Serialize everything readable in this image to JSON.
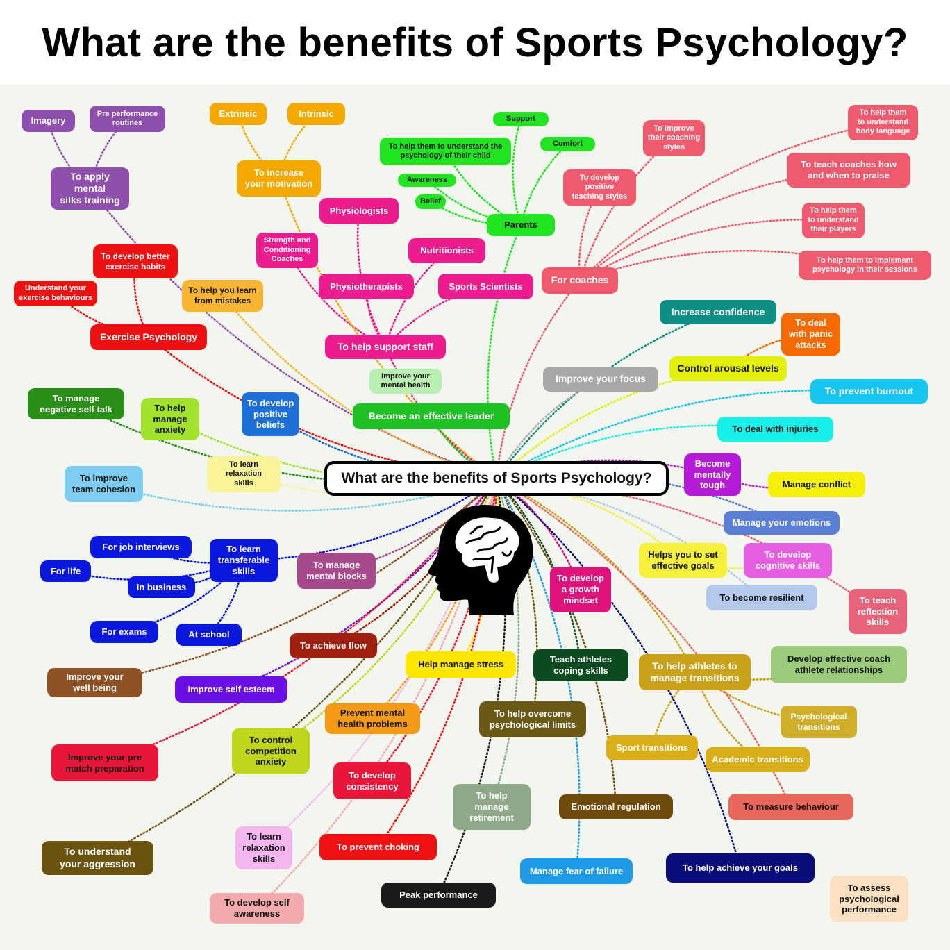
{
  "title": "What are the benefits of Sports Psychology?",
  "central_topic": "What are the benefits of Sports Psychology?",
  "icon": "head-with-brain-icon",
  "nodes": [
    {
      "id": "n1",
      "label": "Imagery",
      "color": "#8e4fae",
      "text": "#ffffff"
    },
    {
      "id": "n2",
      "label": "Pre performance\nroutines",
      "color": "#8e4fae",
      "text": "#ffffff"
    },
    {
      "id": "n3",
      "label": "To apply\nmental\nsilks training",
      "color": "#8e4fae",
      "text": "#ffffff"
    },
    {
      "id": "n4",
      "label": "Extrinsic",
      "color": "#f5a800",
      "text": "#ffffff"
    },
    {
      "id": "n5",
      "label": "Intrinsic",
      "color": "#f5a800",
      "text": "#ffffff"
    },
    {
      "id": "n6",
      "label": "To increase\nyour motivation",
      "color": "#f5a800",
      "text": "#ffffff"
    },
    {
      "id": "n7",
      "label": "Support",
      "color": "#22e522",
      "text": "#111111"
    },
    {
      "id": "n8",
      "label": "To help them to understand the\npsychology of their child",
      "color": "#22e522",
      "text": "#111111"
    },
    {
      "id": "n9",
      "label": "Comfort",
      "color": "#22e522",
      "text": "#111111"
    },
    {
      "id": "n10",
      "label": "Awareness",
      "color": "#22e522",
      "text": "#111111"
    },
    {
      "id": "n11",
      "label": "Belief",
      "color": "#22e522",
      "text": "#111111"
    },
    {
      "id": "n12",
      "label": "Parents",
      "color": "#22e522",
      "text": "#111111"
    },
    {
      "id": "n13",
      "label": "Physiologists",
      "color": "#ec1c8f",
      "text": "#ffffff"
    },
    {
      "id": "n14",
      "label": "Strength and\nConditioning\nCoaches",
      "color": "#ec1c8f",
      "text": "#ffffff"
    },
    {
      "id": "n15",
      "label": "Nutritionists",
      "color": "#ec1c8f",
      "text": "#ffffff"
    },
    {
      "id": "n16",
      "label": "Physiotherapists",
      "color": "#ec1c8f",
      "text": "#ffffff"
    },
    {
      "id": "n17",
      "label": "Sports Scientists",
      "color": "#ec1c8f",
      "text": "#ffffff"
    },
    {
      "id": "n18",
      "label": "To help support staff",
      "color": "#ec1c8f",
      "text": "#ffffff"
    },
    {
      "id": "n19",
      "label": "To improve\ntheir coaching\nstyles",
      "color": "#ef5a6e",
      "text": "#ffffff"
    },
    {
      "id": "n20",
      "label": "To develop\npositive\nteaching styles",
      "color": "#ef5a6e",
      "text": "#ffffff"
    },
    {
      "id": "n21",
      "label": "To help them\nto understand\nbody language",
      "color": "#ef5a6e",
      "text": "#ffffff"
    },
    {
      "id": "n22",
      "label": "To teach coaches how\nand when to praise",
      "color": "#ef5a6e",
      "text": "#ffffff"
    },
    {
      "id": "n23",
      "label": "To help them\nto understand\ntheir players",
      "color": "#ef5a6e",
      "text": "#ffffff"
    },
    {
      "id": "n24",
      "label": "To help them to implement\npsychology in their sessions",
      "color": "#ef5a6e",
      "text": "#ffffff"
    },
    {
      "id": "n25",
      "label": "For coaches",
      "color": "#ef5a6e",
      "text": "#ffffff"
    },
    {
      "id": "n26",
      "label": "To develop better\nexercise habits",
      "color": "#ee1111",
      "text": "#ffffff"
    },
    {
      "id": "n27",
      "label": "Understand your\nexercise behaviours",
      "color": "#ee1111",
      "text": "#ffffff"
    },
    {
      "id": "n28",
      "label": "Exercise Psychology",
      "color": "#ee1111",
      "text": "#ffffff"
    },
    {
      "id": "n29",
      "label": "To help you learn\nfrom mistakes",
      "color": "#f7b531",
      "text": "#111111"
    },
    {
      "id": "n30",
      "label": "Improve your\nmental health",
      "color": "#b9efb0",
      "text": "#111111"
    },
    {
      "id": "n31",
      "label": "Become an effective leader",
      "color": "#1ec323",
      "text": "#ffffff"
    },
    {
      "id": "n32",
      "label": "Increase confidence",
      "color": "#0f8f84",
      "text": "#ffffff"
    },
    {
      "id": "n33",
      "label": "To deal\nwith panic\nattacks",
      "color": "#f56a00",
      "text": "#ffffff"
    },
    {
      "id": "n34",
      "label": "Control arousal levels",
      "color": "#e2f00c",
      "text": "#111111"
    },
    {
      "id": "n35",
      "label": "Improve your focus",
      "color": "#a8a8a8",
      "text": "#ffffff"
    },
    {
      "id": "n36",
      "label": "To prevent burnout",
      "color": "#16c5f0",
      "text": "#ffffff"
    },
    {
      "id": "n37",
      "label": "To deal with injuries",
      "color": "#16f0e8",
      "text": "#111111"
    },
    {
      "id": "n38",
      "label": "To manage\nnegative self talk",
      "color": "#2a8f17",
      "text": "#ffffff"
    },
    {
      "id": "n39",
      "label": "To help\nmanage\nanxiety",
      "color": "#a3e22c",
      "text": "#111111"
    },
    {
      "id": "n40",
      "label": "To develop\npositive\nbeliefs",
      "color": "#1d6fd8",
      "text": "#ffffff"
    },
    {
      "id": "n41",
      "label": "To learn\nrelaxation\nskills",
      "color": "#f9f39a",
      "text": "#111111"
    },
    {
      "id": "n42",
      "label": "To improve\nteam cohesion",
      "color": "#7dcdf0",
      "text": "#111111"
    },
    {
      "id": "n43",
      "label": "Become\nmentally\ntough",
      "color": "#b51bd6",
      "text": "#ffffff"
    },
    {
      "id": "n44",
      "label": "Manage conflict",
      "color": "#f4f00c",
      "text": "#111111"
    },
    {
      "id": "n45",
      "label": "Manage your emotions",
      "color": "#5c7fd6",
      "text": "#ffffff"
    },
    {
      "id": "n46",
      "label": "Helps you to set\neffective goals",
      "color": "#f4f03c",
      "text": "#111111"
    },
    {
      "id": "n47",
      "label": "To develop\ncognitive skills",
      "color": "#e65ee0",
      "text": "#ffffff"
    },
    {
      "id": "n48",
      "label": "To become resilient",
      "color": "#b5c9ec",
      "text": "#111111"
    },
    {
      "id": "n49",
      "label": "To teach\nreflection\nskills",
      "color": "#e6637a",
      "text": "#ffffff"
    },
    {
      "id": "n50",
      "label": "For job interviews",
      "color": "#0a17dd",
      "text": "#ffffff"
    },
    {
      "id": "n51",
      "label": "To learn\ntransferable\nskills",
      "color": "#0a17dd",
      "text": "#ffffff"
    },
    {
      "id": "n52",
      "label": "For life",
      "color": "#0a17dd",
      "text": "#ffffff"
    },
    {
      "id": "n53",
      "label": "In business",
      "color": "#0a17dd",
      "text": "#ffffff"
    },
    {
      "id": "n54",
      "label": "For exams",
      "color": "#0a17dd",
      "text": "#ffffff"
    },
    {
      "id": "n55",
      "label": "At school",
      "color": "#0a17dd",
      "text": "#ffffff"
    },
    {
      "id": "n56",
      "label": "To manage\nmental blocks",
      "color": "#a64a8c",
      "text": "#ffffff"
    },
    {
      "id": "n57",
      "label": "To develop\na growth\nmindset",
      "color": "#e0127c",
      "text": "#ffffff"
    },
    {
      "id": "n58",
      "label": "To achieve flow",
      "color": "#a0200f",
      "text": "#ffffff"
    },
    {
      "id": "n59",
      "label": "Help manage stress",
      "color": "#ffe600",
      "text": "#111111"
    },
    {
      "id": "n60",
      "label": "Teach athletes\ncoping skills",
      "color": "#0c4a20",
      "text": "#ffffff"
    },
    {
      "id": "n61",
      "label": "To help athletes to\nmanage transitions",
      "color": "#c9a21a",
      "text": "#ffffff"
    },
    {
      "id": "n62",
      "label": "Develop effective coach\nathlete relationships",
      "color": "#9bcb7a",
      "text": "#111111"
    },
    {
      "id": "n63",
      "label": "Improve your\nwell being",
      "color": "#8c5124",
      "text": "#ffffff"
    },
    {
      "id": "n64",
      "label": "Improve self esteem",
      "color": "#6a0fe6",
      "text": "#ffffff"
    },
    {
      "id": "n65",
      "label": "Prevent mental\nhealth problems",
      "color": "#f59a16",
      "text": "#111111"
    },
    {
      "id": "n66",
      "label": "To help overcome\npsychological limits",
      "color": "#6b5a16",
      "text": "#ffffff"
    },
    {
      "id": "n67",
      "label": "Psychological\ntransitions",
      "color": "#cfae2a",
      "text": "#ffffff"
    },
    {
      "id": "n68",
      "label": "Sport transitions",
      "color": "#d9ae18",
      "text": "#ffffff"
    },
    {
      "id": "n69",
      "label": "Academic transitions",
      "color": "#d9ae18",
      "text": "#ffffff"
    },
    {
      "id": "n70",
      "label": "Improve your pre\nmatch preparation",
      "color": "#e9163a",
      "text": "#111111"
    },
    {
      "id": "n71",
      "label": "To control\ncompetition\nanxiety",
      "color": "#bfd61a",
      "text": "#111111"
    },
    {
      "id": "n72",
      "label": "To develop\nconsistency",
      "color": "#e9163a",
      "text": "#ffffff"
    },
    {
      "id": "n73",
      "label": "To help\nmanage\nretirement",
      "color": "#8fa88a",
      "text": "#ffffff"
    },
    {
      "id": "n74",
      "label": "Emotional regulation",
      "color": "#6e4a0c",
      "text": "#ffffff"
    },
    {
      "id": "n75",
      "label": "To measure behaviour",
      "color": "#e8675c",
      "text": "#111111"
    },
    {
      "id": "n76",
      "label": "To understand\nyour aggression",
      "color": "#6b5310",
      "text": "#ffffff"
    },
    {
      "id": "n77",
      "label": "To learn\nrelaxation\nskills",
      "color": "#f4b6ef",
      "text": "#111111"
    },
    {
      "id": "n78",
      "label": "To prevent choking",
      "color": "#f01212",
      "text": "#ffffff"
    },
    {
      "id": "n79",
      "label": "Manage fear of failure",
      "color": "#1e9be6",
      "text": "#ffffff"
    },
    {
      "id": "n80",
      "label": "To help achieve your goals",
      "color": "#0a0c7a",
      "text": "#ffffff"
    },
    {
      "id": "n81",
      "label": "To develop self\nawareness",
      "color": "#f4a9ad",
      "text": "#111111"
    },
    {
      "id": "n82",
      "label": "Peak performance",
      "color": "#1a1a1a",
      "text": "#ffffff"
    },
    {
      "id": "n83",
      "label": "To assess\npsychological\nperformance",
      "color": "#fbe1c2",
      "text": "#111111"
    }
  ]
}
